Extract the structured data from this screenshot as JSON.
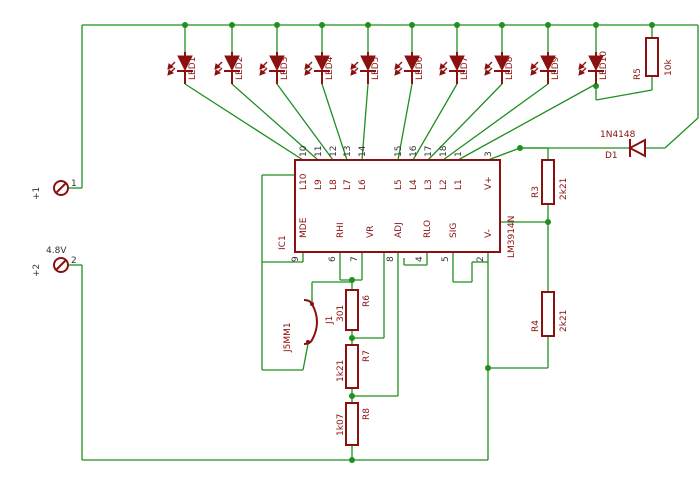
{
  "ic": {
    "name": "IC1",
    "part": "LM3914N",
    "pins_top": [
      {
        "label": "L10",
        "num": "10"
      },
      {
        "label": "L9",
        "num": "11"
      },
      {
        "label": "L8",
        "num": "12"
      },
      {
        "label": "L7",
        "num": "13"
      },
      {
        "label": "L6",
        "num": "14"
      },
      {
        "label": "L5",
        "num": "15"
      },
      {
        "label": "L4",
        "num": "16"
      },
      {
        "label": "L3",
        "num": "17"
      },
      {
        "label": "L2",
        "num": "18"
      },
      {
        "label": "L1",
        "num": "1"
      },
      {
        "label": "V+",
        "num": "3"
      }
    ],
    "pins_bottom": [
      {
        "label": "MDE",
        "num": "9"
      },
      {
        "label": "RHI",
        "num": "6"
      },
      {
        "label": "",
        "num": "7"
      },
      {
        "label": "VR",
        "num": ""
      },
      {
        "label": "ADJ",
        "num": "8"
      },
      {
        "label": "RLO",
        "num": "4"
      },
      {
        "label": "SIG",
        "num": "5"
      },
      {
        "label": "V-",
        "num": "2"
      }
    ]
  },
  "leds": [
    "LED1",
    "LED2",
    "LED3",
    "LED4",
    "LED5",
    "LED6",
    "LED7",
    "LED8",
    "LED9",
    "LED10"
  ],
  "diode": {
    "name": "D1",
    "value": "1N4148"
  },
  "resistors": [
    {
      "name": "R5",
      "value": "10k"
    },
    {
      "name": "R3",
      "value": "2k21"
    },
    {
      "name": "R4",
      "value": "2k21"
    },
    {
      "name": "R6",
      "value": "301"
    },
    {
      "name": "R7",
      "value": "1k21"
    },
    {
      "name": "R8",
      "value": "1k07"
    }
  ],
  "jumper": {
    "name": "J1",
    "value": "J5MM1"
  },
  "terminals": [
    {
      "name": "+1",
      "pin": "1"
    },
    {
      "name": "+2",
      "pin": "2"
    }
  ],
  "supply_label": "4.8V"
}
